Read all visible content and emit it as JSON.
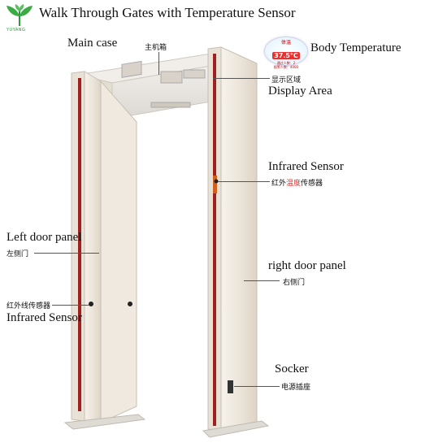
{
  "title": "Walk Through Gates with Temperature Sensor",
  "logo": {
    "text": "YUYANG"
  },
  "badge": {
    "heading": "体温",
    "value": "37.5°C",
    "line1": "通过人数：2",
    "line2": "报警人数：4000"
  },
  "labels": {
    "main_case": "Main case",
    "main_case_cn": "主机箱",
    "body_temperature": "Body Temperature",
    "display_cn": "显示区域",
    "display_area": "Display Area",
    "infrared_sensor_right": "Infrared Sensor",
    "infrared_cn_a": "红外",
    "infrared_cn_b": "温度",
    "infrared_cn_c": "传感器",
    "left_door_panel": "Left door panel",
    "left_door_cn": "左侧门",
    "right_door_panel": "right door panel",
    "right_door_cn": "右侧门",
    "left_infrared_cn": "红外线传感器",
    "left_infrared": "Infrared Sensor",
    "socker": "Socker",
    "socker_cn": "电源插座"
  },
  "colors": {
    "panel": "#ece6dc",
    "accent": "#a02020",
    "logo": "#2a9a3a",
    "highlight": "#e83030"
  }
}
